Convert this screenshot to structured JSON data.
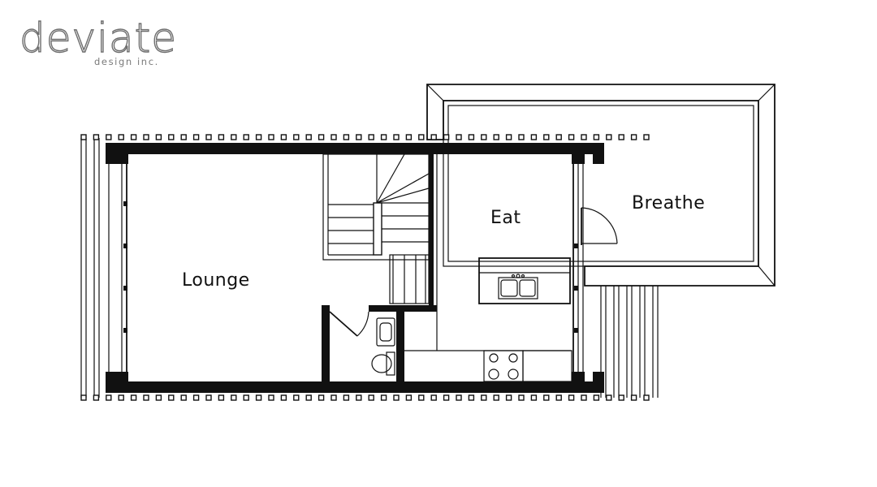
{
  "logo": {
    "wordmark": "deviate",
    "tagline": "design inc."
  },
  "rooms": {
    "lounge": "Lounge",
    "eat": "Eat",
    "breathe": "Breathe"
  },
  "colors": {
    "wall": "#111111",
    "background": "#ffffff",
    "logo": "#6e6e6e"
  }
}
